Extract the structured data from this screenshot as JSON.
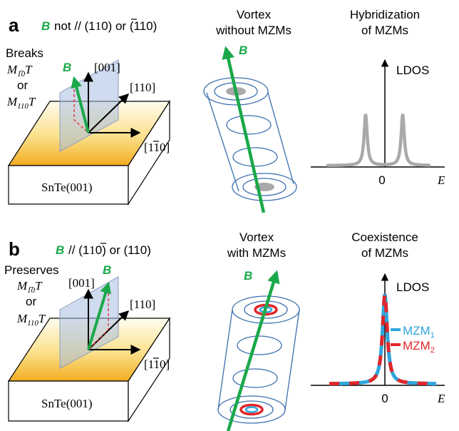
{
  "colors": {
    "green": "#1aa84a",
    "gray": "#a9a9a9",
    "blue": "#2e8bd8",
    "cyan": "#2ea6dc",
    "red": "#e0262a",
    "tube": "#3b6fae",
    "gold": "#f4b52e"
  },
  "panel_a": {
    "letter": "a",
    "b_symbol": "B",
    "condition_text": "not // (1",
    "condition_bar_digit": "1",
    "condition_tail": "0) or (110)",
    "symmetry_verb": "Breaks",
    "sym1_main": "M",
    "sym1_sub": "1̅0",
    "sym1_T": "T",
    "or_word": "or",
    "sym2_main": "M",
    "sym2_sub": "110",
    "sym2_T": "T",
    "dir_001": "[001]",
    "dir_110": "[110]",
    "dir_1m10_open": "[1",
    "dir_1m10_bar": "1",
    "dir_1m10_close": "0]",
    "substrate": "SnTe(001)",
    "vortex_title_1": "Vortex",
    "vortex_title_2": "without MZMs",
    "spectrum_title_1": "Hybridization",
    "spectrum_title_2": "of MZMs",
    "ldos": "LDOS",
    "zero": "0",
    "energy": "E"
  },
  "panel_b": {
    "letter": "b",
    "b_symbol": "B",
    "condition_text": "// (1",
    "condition_bar_digit": "1",
    "condition_tail": "0) or (110)",
    "symmetry_verb": "Preserves",
    "sym1_main": "M",
    "sym1_sub": "1̅0",
    "sym1_T": "T",
    "or_word": "or",
    "sym2_main": "M",
    "sym2_sub": "110",
    "sym2_T": "T",
    "dir_001": "[001]",
    "dir_110": "[110]",
    "dir_1m10_open": "[1",
    "dir_1m10_bar": "1",
    "dir_1m10_close": "0]",
    "substrate": "SnTe(001)",
    "vortex_title_1": "Vortex",
    "vortex_title_2": "with MZMs",
    "spectrum_title_1": "Coexistence",
    "spectrum_title_2": "of MZMs",
    "ldos": "LDOS",
    "zero": "0",
    "energy": "E",
    "legend_1_main": "MZM",
    "legend_1_sub": "1",
    "legend_2_main": "MZM",
    "legend_2_sub": "2"
  }
}
